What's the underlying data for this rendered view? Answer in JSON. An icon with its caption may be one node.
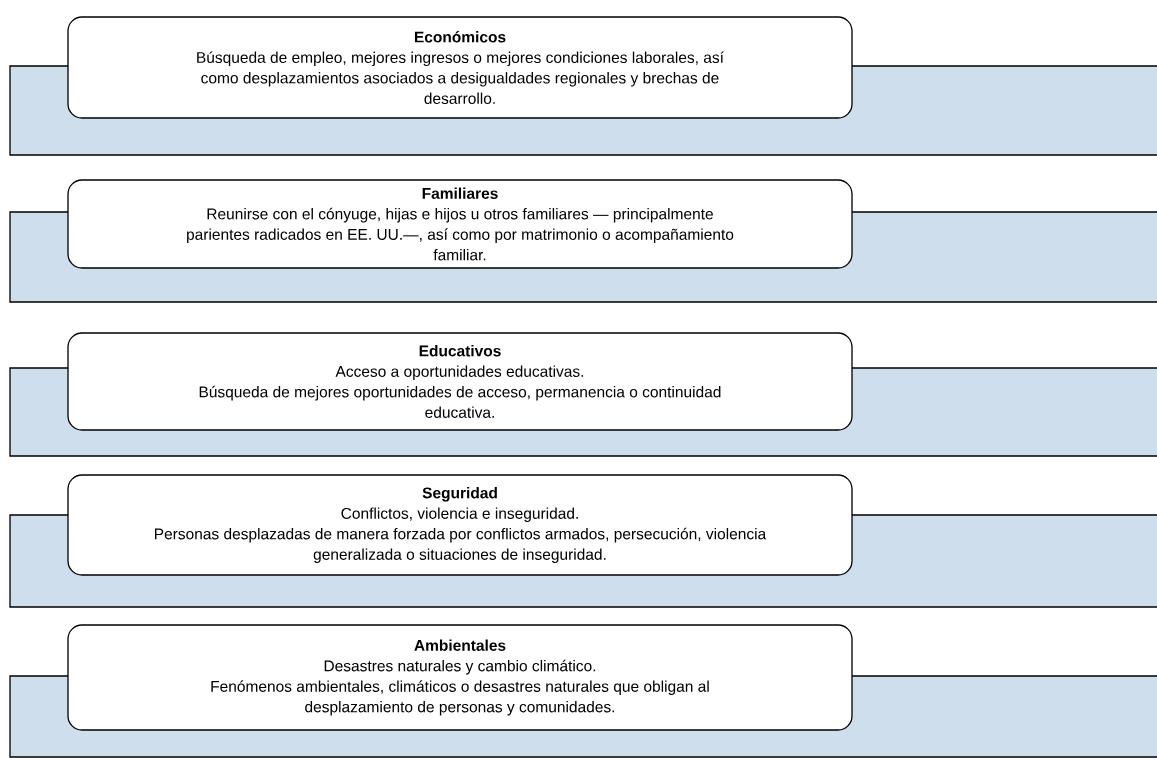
{
  "diagram": {
    "nodes": [
      {
        "text": [
          "Económicos",
          "Búsqueda de empleo, mejores ingresos o mejores condiciones laborales, así como desplazamientos asociados a desigualdades regionales y brechas de desarrollo."
        ]
      },
      {
        "text": [
          "Familiares",
          "Reunirse con el cónyuge, hijas e hijos u otros familiares — principalmente parientes radicados en EE. UU.—, así como por matrimonio o acompañamiento familiar."
        ]
      },
      {
        "text": [
          "Educativos",
          "Acceso a oportunidades educativas.",
          "Búsqueda de mejores oportunidades de acceso, permanencia o continuidad educativa."
        ]
      },
      {
        "text": [
          "Seguridad",
          "Conflictos, violencia e inseguridad.",
          "Personas desplazadas de manera forzada por conflictos armados, persecución, violencia generalizada o situaciones de inseguridad."
        ]
      },
      {
        "text": [
          "Ambientales",
          "Desastres naturales y cambio climático.",
          "Fenómenos ambientales, climáticos o desastres naturales que obligan al desplazamiento de personas y comunidades."
        ]
      }
    ]
  }
}
